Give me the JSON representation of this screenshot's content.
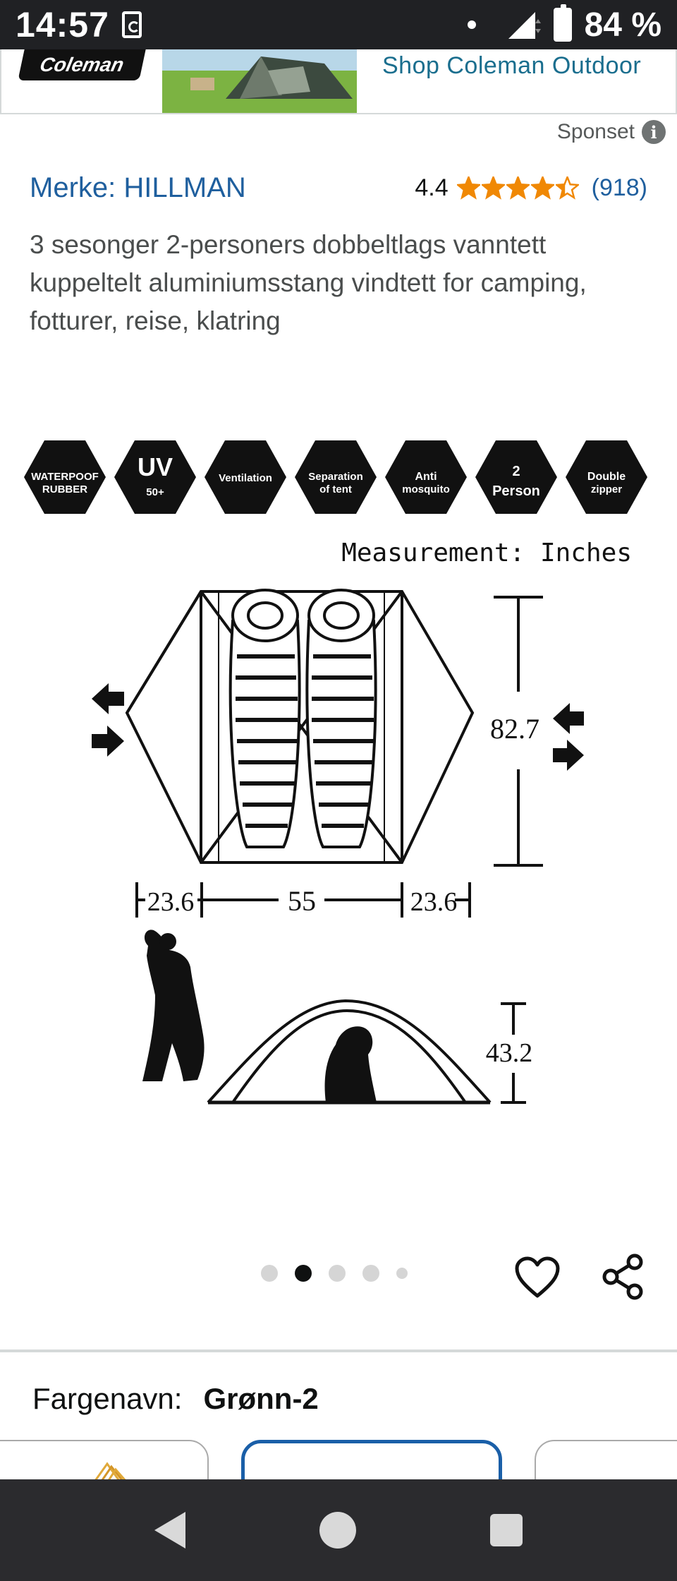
{
  "status_bar": {
    "time": "14:57",
    "battery": "84 %"
  },
  "ad": {
    "logo_text": "Coleman",
    "cta": "Shop Coleman Outdoor",
    "sponsored_label": "Sponset"
  },
  "product": {
    "brand_label": "Merke: HILLMAN",
    "rating_value": "4.4",
    "rating_stars": 4.4,
    "review_count": "(918)",
    "title": "3 sesonger 2-personers dobbeltlags vanntett kuppeltelt aluminiumsstang vindtett for camping, fotturer, reise, klatring"
  },
  "image": {
    "features": [
      {
        "line1": "WATERPOOF",
        "line2": "RUBBER"
      },
      {
        "line1": "UV",
        "line2": "50+"
      },
      {
        "line1": "Ventilation",
        "line2": ""
      },
      {
        "line1": "Separation",
        "line2": "of tent"
      },
      {
        "line1": "Anti",
        "line2": "mosquito"
      },
      {
        "line1": "2",
        "line2": "Person"
      },
      {
        "line1": "Double",
        "line2": "zipper"
      }
    ],
    "measurement_label": "Measurement: Inches",
    "dim_length": "82.7",
    "dim_side_left": "23.6",
    "dim_width": "55",
    "dim_side_right": "23.6",
    "dim_height": "43.2"
  },
  "carousel": {
    "total": 5,
    "active_index": 1
  },
  "variation": {
    "label": "Fargenavn:",
    "value": "Grønn-2"
  },
  "colors": {
    "brand_link": "#1f5f9e",
    "star": "#f08804",
    "selected_swatch": "#1a5fa8"
  }
}
